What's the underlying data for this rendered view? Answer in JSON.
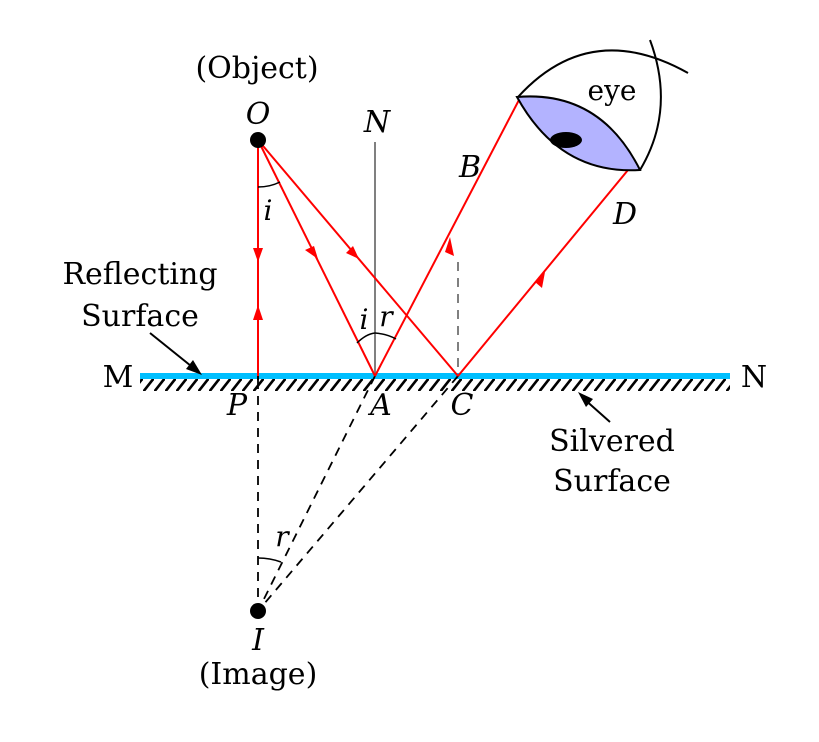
{
  "labels": {
    "object_caption": "(Object)",
    "object_point": "O",
    "normal_label": "N",
    "eye_label": "eye",
    "point_b": "B",
    "point_d": "D",
    "reflecting_surface_line1": "Reflecting",
    "reflecting_surface_line2": "Surface",
    "angle_i_top": "i",
    "angle_i_at_a": "i",
    "angle_r_at_a": "r",
    "angle_r_bottom": "r",
    "mirror_left": "M",
    "mirror_right": "N",
    "point_p": "P",
    "point_a": "A",
    "point_c": "C",
    "silvered_surface_line1": "Silvered",
    "silvered_surface_line2": "Surface",
    "image_point": "I",
    "image_caption": "(Image)"
  },
  "colors": {
    "ray": "#ff0000",
    "mirror": "#00bfff",
    "normal": "#808080",
    "eye_fill": "#b3b3ff",
    "ink": "#000000"
  }
}
